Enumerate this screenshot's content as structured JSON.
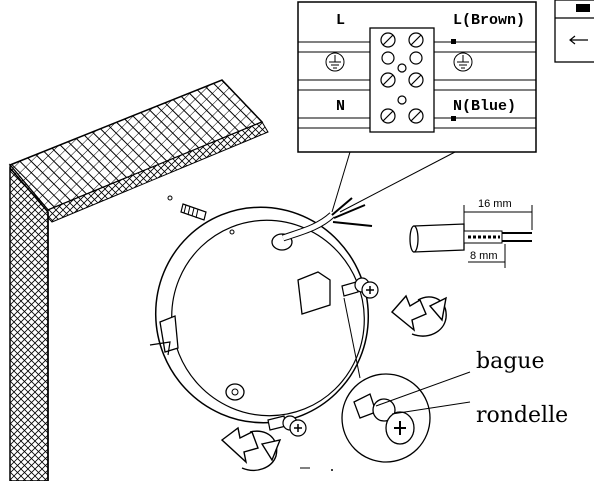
{
  "terminal_block": {
    "left_live": "L",
    "left_neutral": "N",
    "right_live": "L(Brown)",
    "right_neutral": "N(Blue)"
  },
  "cable_dimensions": {
    "strip_length": "16 mm",
    "wire_strip_length": "8 mm"
  },
  "callouts": {
    "sleeve": "bague",
    "washer": "rondelle"
  }
}
